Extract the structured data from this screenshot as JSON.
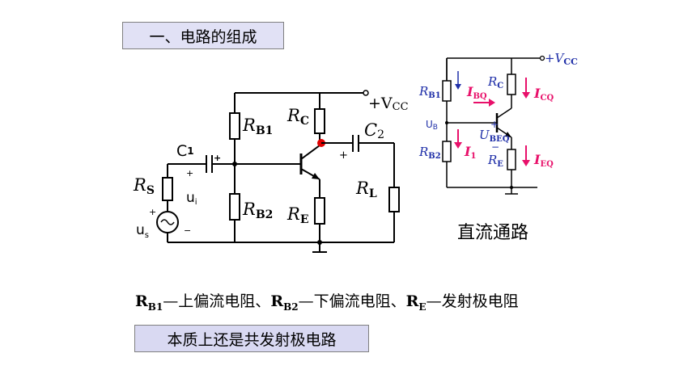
{
  "title": "一、电路的组成",
  "summary": "本质上还是共发射极电路",
  "dc_path_label": "直流通路",
  "legend": {
    "part1_sym": "R",
    "part1_sub": "B1",
    "part1_text": "—上偏流电阻、",
    "part2_sym": "R",
    "part2_sub": "B2",
    "part2_text": "—下偏流电阻、",
    "part3_sym": "R",
    "part3_sub": "E",
    "part3_text": "—发射极电阻"
  },
  "circuit": {
    "vcc": "+V",
    "vcc_sub": "CC",
    "rb1": "R",
    "rb1_sub": "B1",
    "rb2": "R",
    "rb2_sub": "B2",
    "rc": "R",
    "rc_sub": "C",
    "re": "R",
    "re_sub": "E",
    "rl": "R",
    "rl_sub": "L",
    "rs": "R",
    "rs_sub": "S",
    "c1": "C",
    "c1_sub": "1",
    "c2": "C",
    "c2_sub": "2",
    "ui": "u",
    "ui_sub": "i",
    "us": "u",
    "us_sub": "s"
  },
  "dc_circuit": {
    "vcc": "+V",
    "vcc_sub": "CC",
    "rb1": "R",
    "rb1_sub": "B1",
    "rb2": "R",
    "rb2_sub": "B2",
    "rc": "R",
    "rc_sub": "C",
    "re": "R",
    "re_sub": "E",
    "ub": "U",
    "ub_sub": "B",
    "ibq": "I",
    "ibq_sub": "BQ",
    "icq": "I",
    "icq_sub": "CQ",
    "ieq": "I",
    "ieq_sub": "EQ",
    "i1": "I",
    "i1_sub": "1",
    "ubeq": "U",
    "ubeq_sub": "BEQ"
  },
  "colors": {
    "accent": "#e8106a",
    "blue_label": "#1f2fa8",
    "node_dot": "#e00000"
  }
}
